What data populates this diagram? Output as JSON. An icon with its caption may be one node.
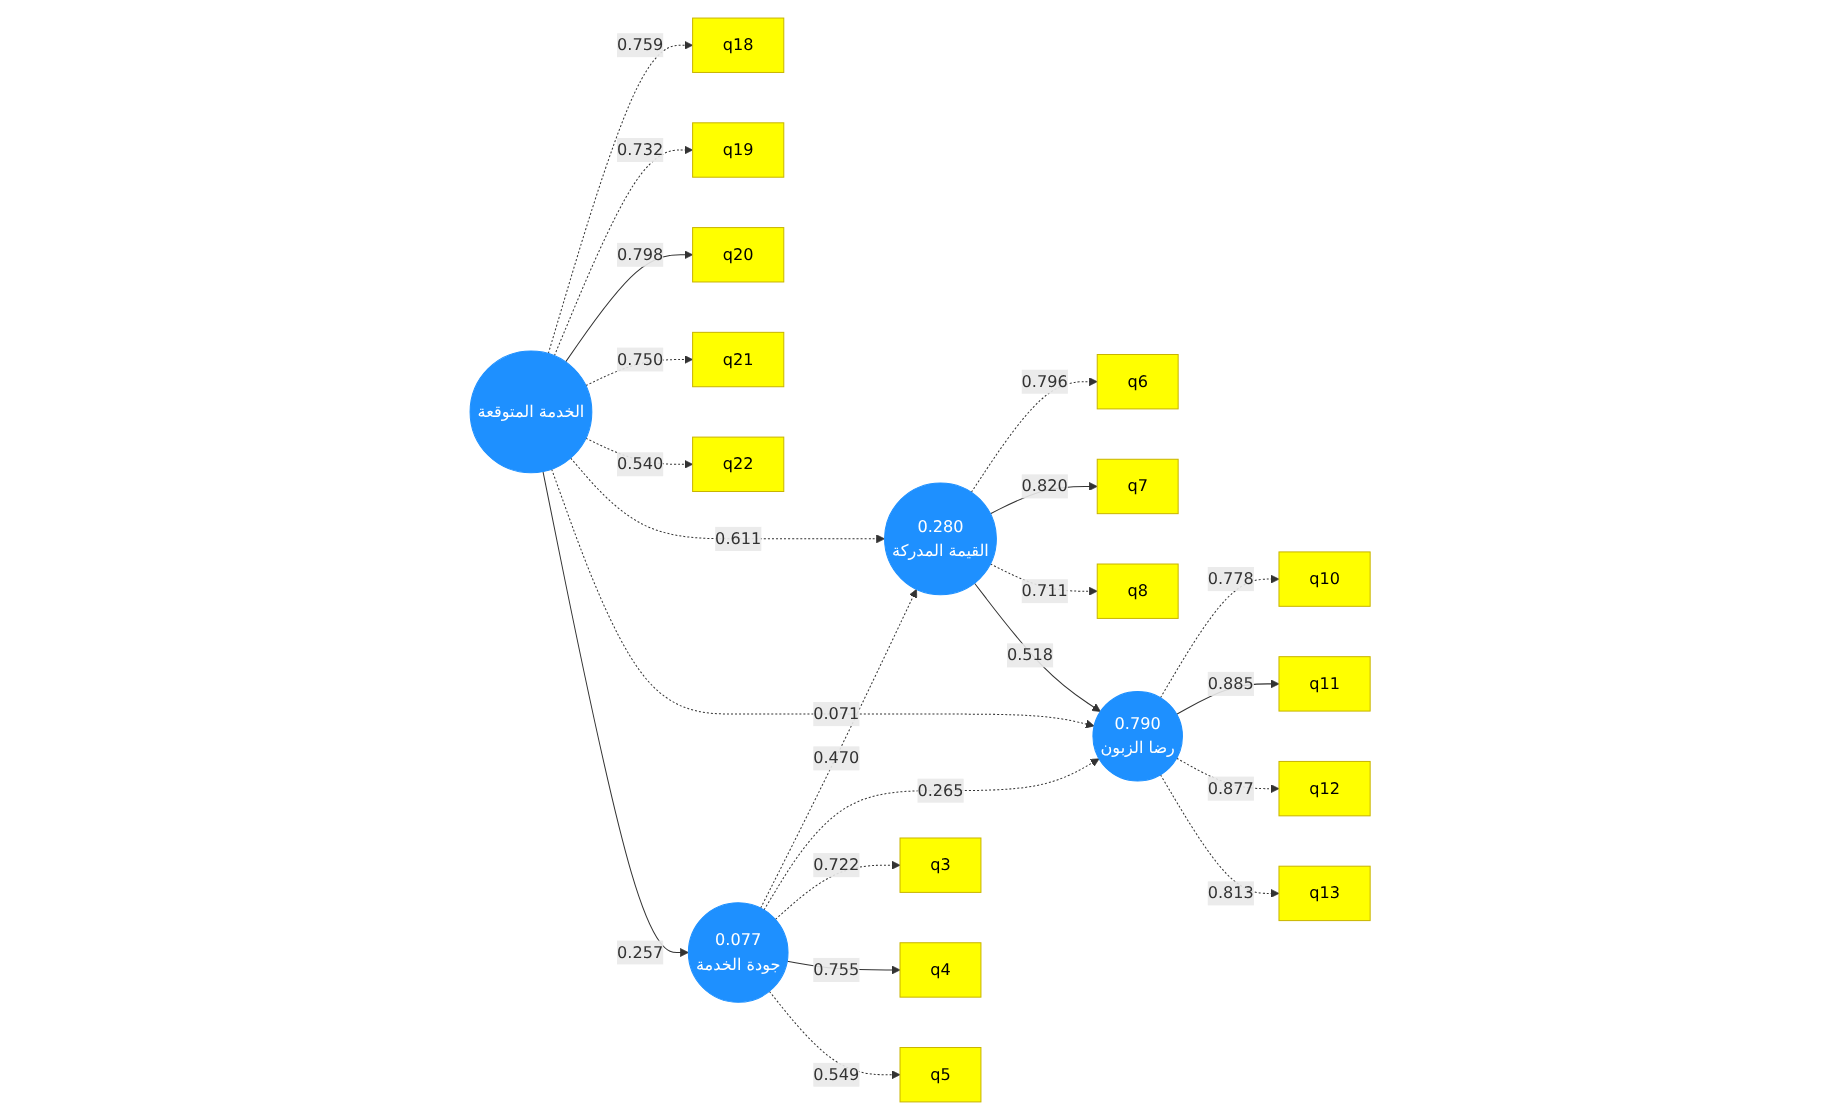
{
  "diagram": {
    "nodes": [
      {
        "text": [
          "الخدمة المتوقعة"
        ]
      },
      {
        "text": [
          "q18"
        ]
      },
      {
        "text": [
          "q19"
        ]
      },
      {
        "text": [
          "q20"
        ]
      },
      {
        "text": [
          "q21"
        ]
      },
      {
        "text": [
          "q22"
        ]
      },
      {
        "text": [
          "0.280",
          "القيمة المدركة"
        ]
      },
      {
        "text": [
          "q6"
        ]
      },
      {
        "text": [
          "q7"
        ]
      },
      {
        "text": [
          "q8"
        ]
      },
      {
        "text": [
          "0.790",
          "رضا الزبون"
        ]
      },
      {
        "text": [
          "q10"
        ]
      },
      {
        "text": [
          "q11"
        ]
      },
      {
        "text": [
          "q12"
        ]
      },
      {
        "text": [
          "q13"
        ]
      },
      {
        "text": [
          "0.077",
          "جودة الخدمة"
        ]
      },
      {
        "text": [
          "q3"
        ]
      },
      {
        "text": [
          "q4"
        ]
      },
      {
        "text": [
          "q5"
        ]
      }
    ],
    "edges": [
      {
        "from": 0,
        "to": 1,
        "arrow": "to",
        "label": "0.759",
        "style": "dashed"
      },
      {
        "from": 0,
        "to": 2,
        "arrow": "to",
        "label": "0.732",
        "style": "dashed"
      },
      {
        "from": 0,
        "to": 3,
        "arrow": "to",
        "label": "0.798"
      },
      {
        "from": 0,
        "to": 4,
        "arrow": "to",
        "label": "0.750",
        "style": "dashed"
      },
      {
        "from": 0,
        "to": 5,
        "arrow": "to",
        "label": "0.540",
        "style": "dashed"
      },
      {
        "from": 0,
        "to": 6,
        "arrow": "to",
        "label": "0.611",
        "style": "dashed"
      },
      {
        "from": 0,
        "to": 10,
        "arrow": "to",
        "label": "0.071",
        "style": "dashed"
      },
      {
        "from": 0,
        "to": 15,
        "arrow": "to",
        "label": "0.257"
      },
      {
        "from": 6,
        "to": 7,
        "arrow": "to",
        "label": "0.796",
        "style": "dashed"
      },
      {
        "from": 6,
        "to": 8,
        "arrow": "to",
        "label": "0.820"
      },
      {
        "from": 6,
        "to": 9,
        "arrow": "to",
        "label": "0.711",
        "style": "dashed"
      },
      {
        "from": 6,
        "to": 10,
        "arrow": "to",
        "label": "0.518"
      },
      {
        "from": 10,
        "to": 11,
        "arrow": "to",
        "label": "0.778",
        "style": "dashed"
      },
      {
        "from": 10,
        "to": 12,
        "arrow": "to",
        "label": "0.885"
      },
      {
        "from": 10,
        "to": 13,
        "arrow": "to",
        "label": "0.877",
        "style": "dashed"
      },
      {
        "from": 10,
        "to": 14,
        "arrow": "to",
        "label": "0.813",
        "style": "dashed"
      },
      {
        "from": 15,
        "to": 6,
        "arrow": "to",
        "label": "0.470",
        "style": "dashed"
      },
      {
        "from": 15,
        "to": 10,
        "arrow": "to",
        "label": "0.265",
        "style": "dashed"
      },
      {
        "from": 15,
        "to": 16,
        "arrow": "to",
        "label": "0.722",
        "style": "dashed"
      },
      {
        "from": 15,
        "to": 17,
        "arrow": "to",
        "label": "0.755"
      },
      {
        "from": 15,
        "to": 18,
        "arrow": "to",
        "label": "0.549",
        "style": "dashed"
      }
    ]
  }
}
